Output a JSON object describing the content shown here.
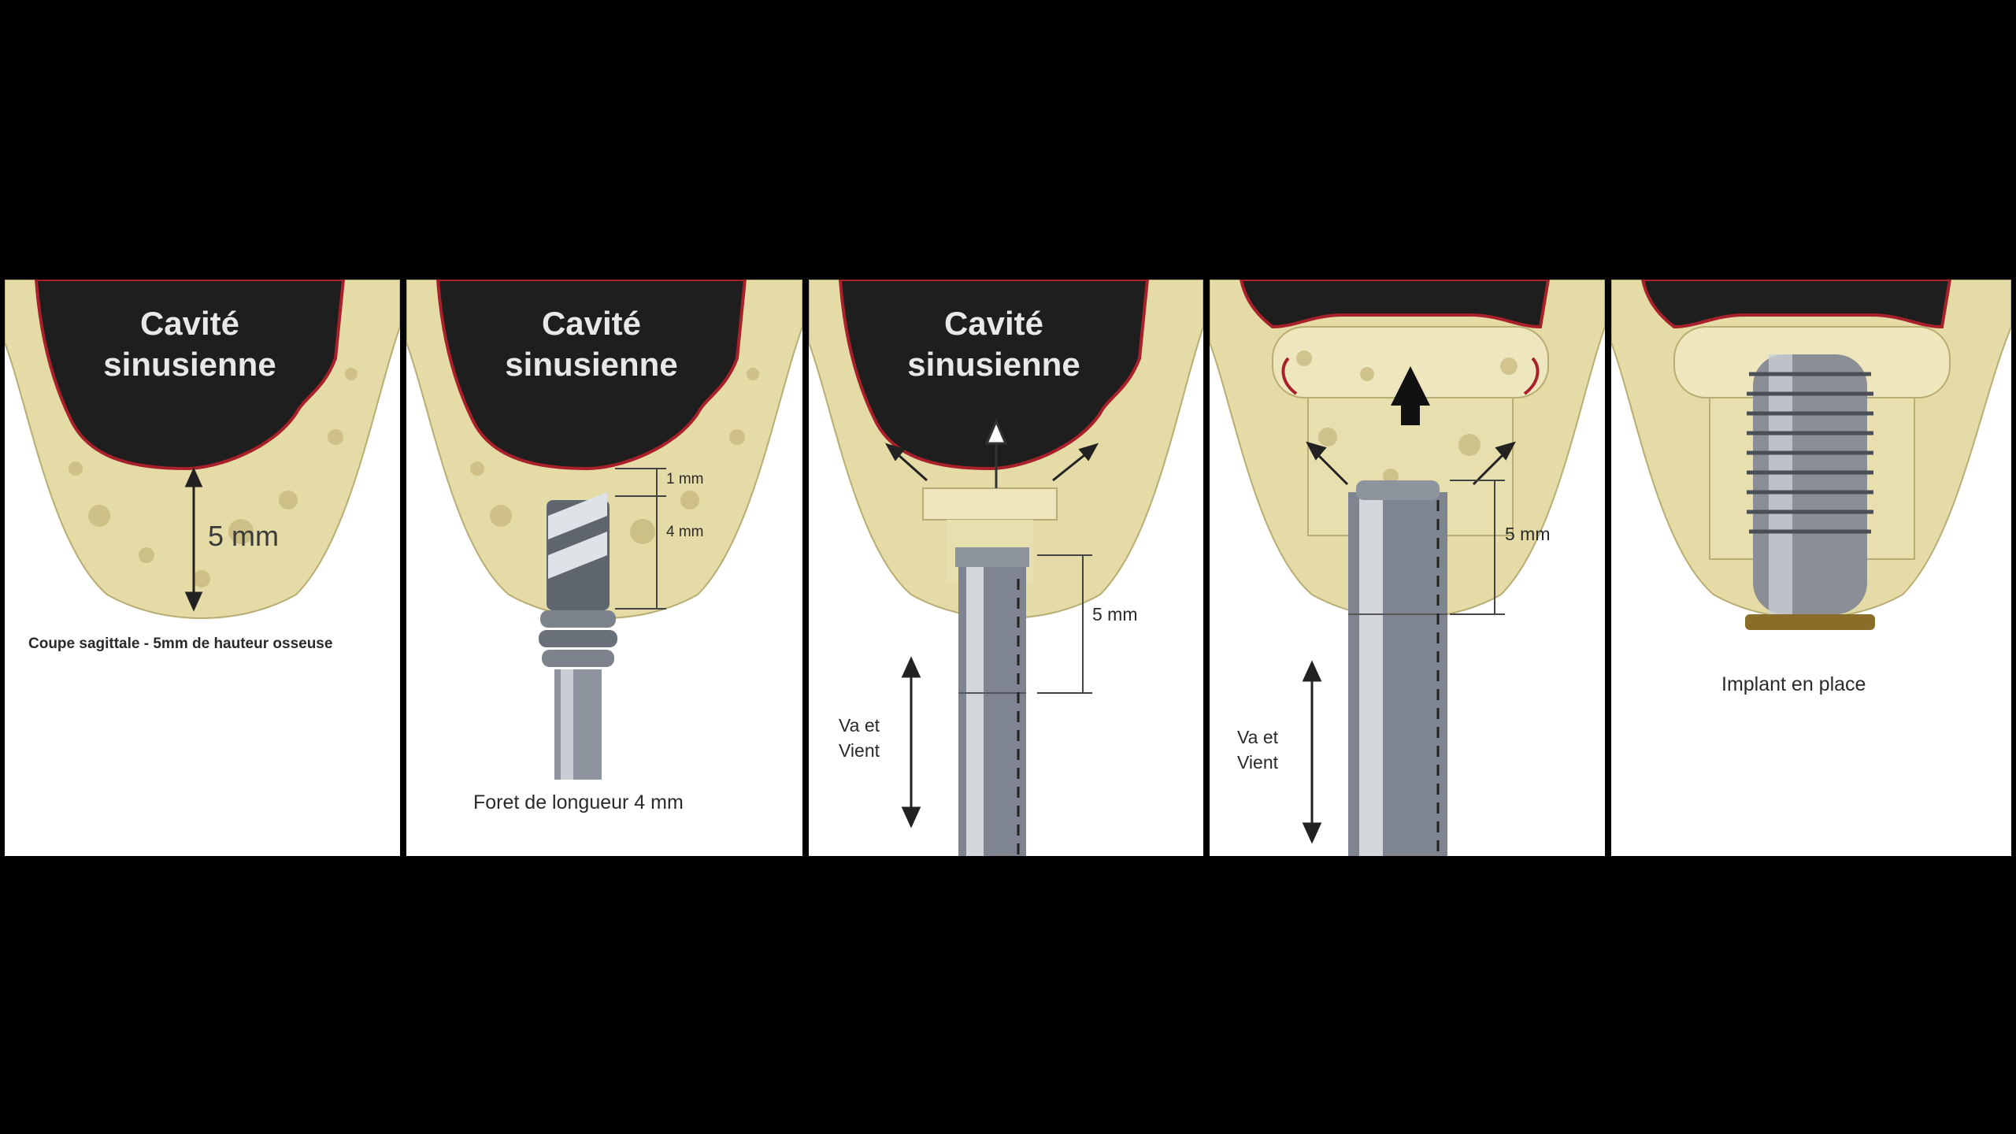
{
  "colors": {
    "background": "#000000",
    "panel": "#ffffff",
    "bone": "#e4dba6",
    "sinus": "#1e1e1e",
    "membrane": "#a8202a",
    "instrument": "#8d949e"
  },
  "panels": [
    {
      "title_line1": "Cavité",
      "title_line2": "sinusienne",
      "measure_label": "5 mm",
      "caption": "Coupe sagittale - 5mm de hauteur osseuse"
    },
    {
      "title_line1": "Cavité",
      "title_line2": "sinusienne",
      "measure_top": "1 mm",
      "measure_bottom": "4 mm",
      "caption": "Foret de longueur 4 mm",
      "instrument_icon": "drill-icon"
    },
    {
      "title_line1": "Cavité",
      "title_line2": "sinusienne",
      "measure_label": "5 mm",
      "motion_label_line1": "Va et",
      "motion_label_line2": "Vient",
      "instrument_icon": "osteotome-icon"
    },
    {
      "measure_label": "5 mm",
      "motion_label_line1": "Va et",
      "motion_label_line2": "Vient",
      "instrument_icon": "osteotome-icon"
    },
    {
      "caption": "Implant en place",
      "instrument_icon": "implant-icon"
    }
  ]
}
